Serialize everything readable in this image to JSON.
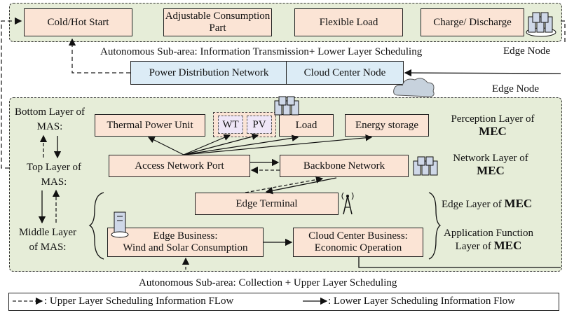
{
  "top_area": {
    "boxes": [
      "Cold/Hot Start",
      "Adjustable Consumption Part",
      "Flexible Load",
      "Charge/ Discharge"
    ],
    "edge_node": "Edge Node",
    "caption": "Autonomous Sub-area: Information Transmission+ Lower Layer Scheduling"
  },
  "center": {
    "pdn": "Power Distribution Network",
    "ccn": "Cloud Center Node"
  },
  "bottom_area": {
    "edge_node": "Edge Node",
    "caption": "Autonomous Sub-area: Collection + Upper  Layer Scheduling",
    "mas": {
      "bottom": "Bottom Layer of MAS:",
      "top": "Top Layer of  MAS:",
      "middle": "Middle Layer of  MAS:"
    },
    "nodes": {
      "thermal": "Thermal Power Unit",
      "wt": "WT",
      "pv": "PV",
      "load": "Load",
      "storage": "Energy storage",
      "access": "Access Network Port",
      "backbone": "Backbone Network",
      "edge_terminal": "Edge Terminal",
      "edge_business_1": "Edge Business:",
      "edge_business_2": "Wind and Solar Consumption",
      "cloud_business_1": "Cloud Center Business:",
      "cloud_business_2": "Economic Operation"
    },
    "layers": {
      "perception": "Perception Layer of",
      "network": "Network Layer of",
      "edge": "Edge Layer of",
      "app1": "Application Function",
      "app2": "Layer of",
      "mec": "MEC"
    }
  },
  "legend": {
    "upper": ": Upper Layer Scheduling Information FLow",
    "lower": ": Lower Layer Scheduling Information Flow"
  }
}
